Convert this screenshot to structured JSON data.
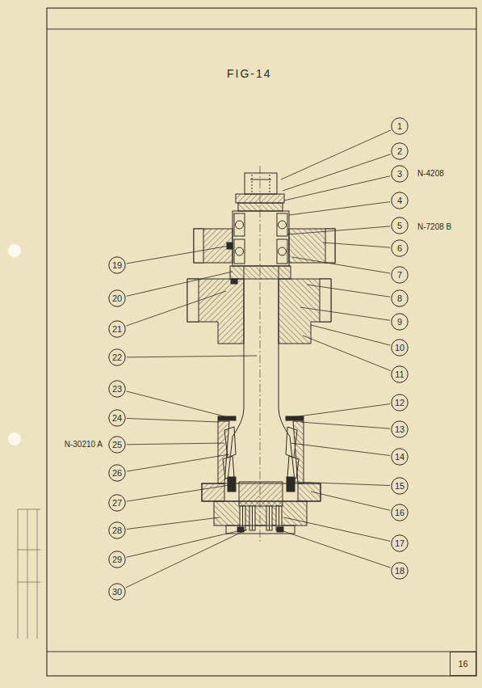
{
  "diagram": {
    "title": "FIG-14",
    "nodes": [
      {
        "text": [
          "1"
        ]
      },
      {
        "text": [
          "2"
        ]
      },
      {
        "text": [
          "3"
        ]
      },
      {
        "text": [
          "4"
        ]
      },
      {
        "text": [
          "5"
        ]
      },
      {
        "text": [
          "6"
        ]
      },
      {
        "text": [
          "7"
        ]
      },
      {
        "text": [
          "8"
        ]
      },
      {
        "text": [
          "9"
        ]
      },
      {
        "text": [
          "10"
        ]
      },
      {
        "text": [
          "11"
        ]
      },
      {
        "text": [
          "12"
        ]
      },
      {
        "text": [
          "13"
        ]
      },
      {
        "text": [
          "14"
        ]
      },
      {
        "text": [
          "15"
        ]
      },
      {
        "text": [
          "16"
        ]
      },
      {
        "text": [
          "17"
        ]
      },
      {
        "text": [
          "18"
        ]
      },
      {
        "text": [
          "19"
        ]
      },
      {
        "text": [
          "20"
        ]
      },
      {
        "text": [
          "21"
        ]
      },
      {
        "text": [
          "22"
        ]
      },
      {
        "text": [
          "23"
        ]
      },
      {
        "text": [
          "24"
        ]
      },
      {
        "text": [
          "25"
        ]
      },
      {
        "text": [
          "26"
        ]
      },
      {
        "text": [
          "27"
        ]
      },
      {
        "text": [
          "28"
        ]
      },
      {
        "text": [
          "29"
        ]
      },
      {
        "text": [
          "30"
        ]
      },
      {
        "text": [
          "16"
        ]
      }
    ],
    "labels": [
      "N-4208",
      "N-7208 B",
      "N-30210 A"
    ]
  }
}
